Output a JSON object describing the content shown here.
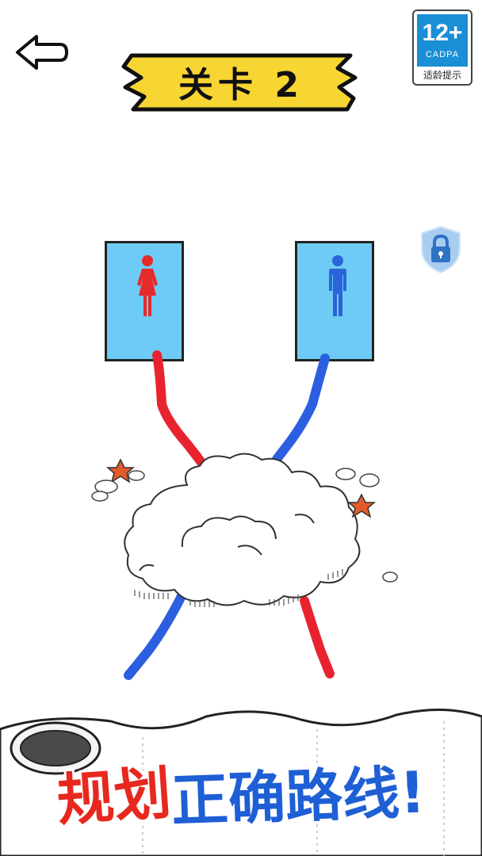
{
  "header": {
    "level_title": "关卡 2",
    "back_icon": "back-arrow-icon"
  },
  "age_badge": {
    "rating": "12+",
    "org": "CADPA",
    "caption": "适龄提示"
  },
  "doors": [
    {
      "name": "female",
      "icon": "female-icon",
      "color": "#e62a2a"
    },
    {
      "name": "male",
      "icon": "male-icon",
      "color": "#2a64d8"
    }
  ],
  "lock": {
    "icon": "lock-icon"
  },
  "colors": {
    "red_path": "#e8232f",
    "blue_path": "#2b5fe0",
    "door_fill": "#6ecbf5",
    "banner_yellow": "#f7d533",
    "badge_blue": "#1a8fd6"
  },
  "slogan": {
    "red_part": "规划",
    "blue_part": "正确路线!"
  }
}
